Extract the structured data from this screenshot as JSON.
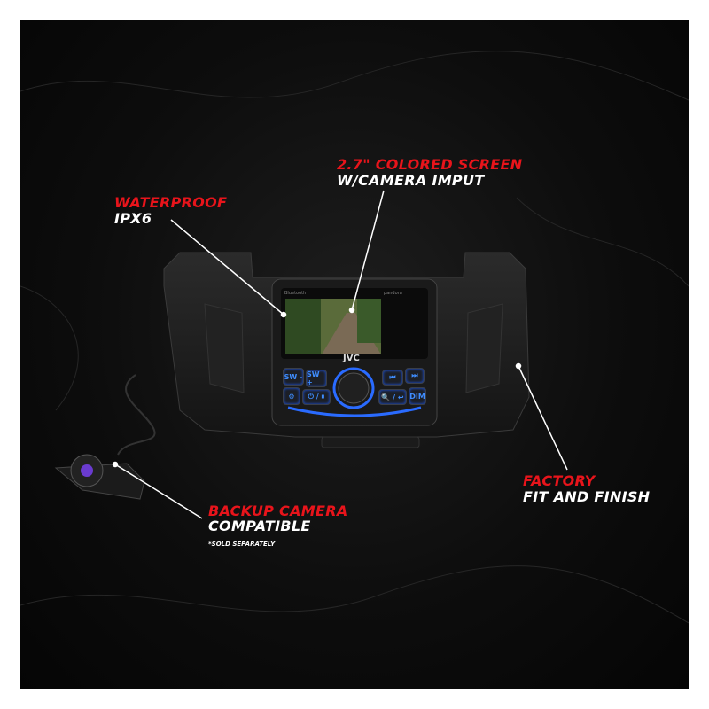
{
  "callouts": {
    "screen": {
      "title": "2.7\" COLORED SCREEN",
      "subtitle": "W/CAMERA IMPUT"
    },
    "waterproof": {
      "title": "WATERPROOF",
      "subtitle": "IPX6"
    },
    "factory": {
      "title": "FACTORY",
      "subtitle": "FIT AND FINISH"
    },
    "camera": {
      "title": "BACKUP CAMERA",
      "subtitle": "COMPATIBLE",
      "note": "*SOLD SEPARATELY"
    }
  },
  "radio": {
    "brand": "JVC",
    "bluetooth": "Bluetooth",
    "pandora": "pandora",
    "buttons": [
      "SW -",
      "SW +",
      "⏮",
      "⏭",
      "⚙",
      "⏻ / ⏸",
      "🔍 / ↩",
      "DIM"
    ]
  },
  "colors": {
    "accent": "#e8141b",
    "led": "#2a6bff"
  }
}
